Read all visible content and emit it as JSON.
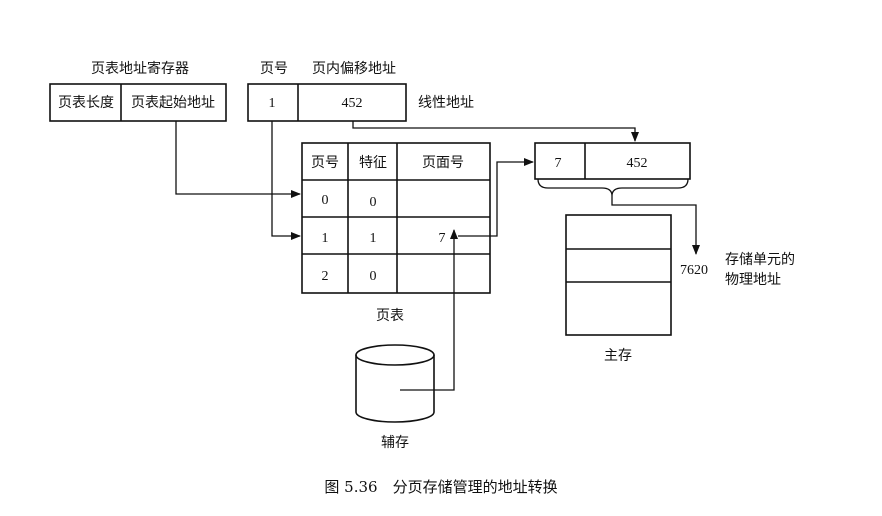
{
  "page_table_register": {
    "title": "页表地址寄存器",
    "cells": [
      "页表长度",
      "页表起始地址"
    ]
  },
  "linear_address": {
    "header_page_no": "页号",
    "header_offset": "页内偏移地址",
    "page_no": "1",
    "offset": "452",
    "label": "线性地址"
  },
  "page_table": {
    "headers": [
      "页号",
      "特征",
      "页面号"
    ],
    "rows": [
      {
        "page": "0",
        "flag": "0",
        "frame": ""
      },
      {
        "page": "1",
        "flag": "1",
        "frame": "7"
      },
      {
        "page": "2",
        "flag": "0",
        "frame": ""
      }
    ],
    "label": "页表"
  },
  "physical_address": {
    "frame": "7",
    "offset": "452",
    "value": "7620",
    "label_line1": "存储单元的",
    "label_line2": "物理地址"
  },
  "main_memory": {
    "label": "主存"
  },
  "aux_storage": {
    "label": "辅存"
  },
  "caption": "图 5.36　分页存储管理的地址转换"
}
